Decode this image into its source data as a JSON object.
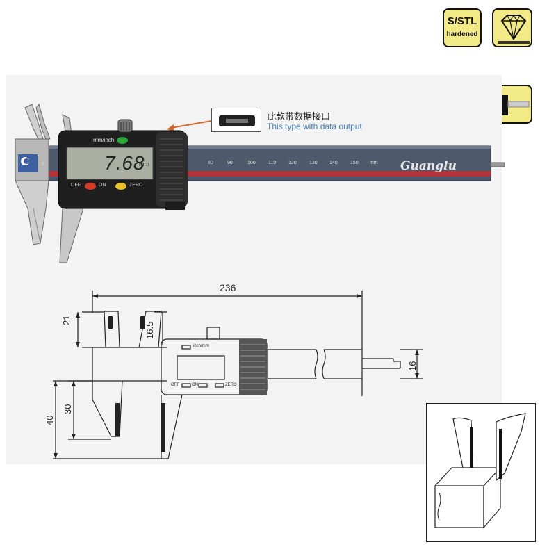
{
  "badges": {
    "material_top": "S/STL",
    "material_bottom": "hardened"
  },
  "callout": {
    "cn": "此款带数据接口",
    "en": "This type with data output"
  },
  "caliper": {
    "display_value": "7.68",
    "display_unit": "mm",
    "mode_label": "mm/inch",
    "btn_off": "OFF",
    "btn_on": "ON",
    "btn_zero": "ZERO",
    "brand": "Guanglu",
    "scale_labels": [
      "0",
      "80",
      "90",
      "100",
      "110",
      "120",
      "130",
      "140",
      "150",
      "mm"
    ]
  },
  "drawing": {
    "dim_total": "236",
    "dim_jaw_top": "21",
    "dim_jaw_tip": "16.5",
    "dim_beam": "16",
    "dim_lower_30": "30",
    "dim_lower_40": "40",
    "lbl_mode": "inch/mm",
    "lbl_off": "OFF",
    "lbl_on": "ON",
    "lbl_zero": "ZERO"
  }
}
